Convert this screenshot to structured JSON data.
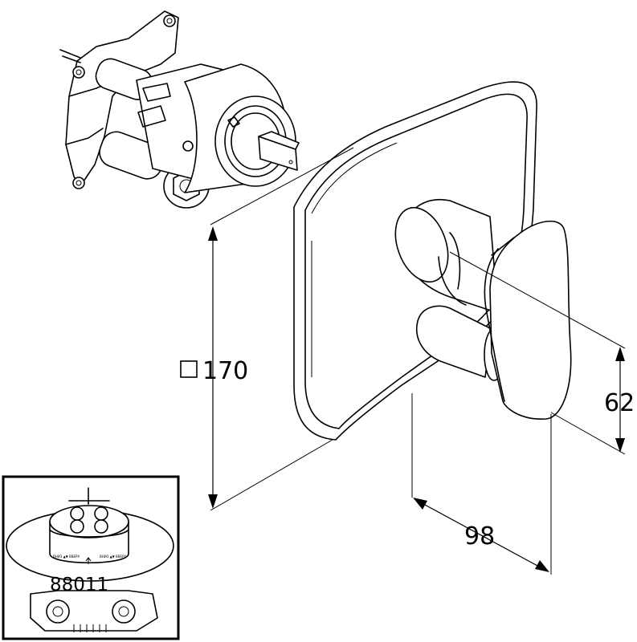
{
  "dimensions": {
    "plate_size": "170",
    "handle_depth": "62",
    "total_depth": "98"
  },
  "inset": {
    "part_number": "88011",
    "cartridge_marking_left": "ВНИЗ ▲▼ ВВЕРХ",
    "cartridge_marking_right": "ВНИЗ ▲▼ ВВЕРХ"
  },
  "icons": {
    "square_symbol": "square-symbol-icon",
    "arrow": "arrow-icon"
  }
}
